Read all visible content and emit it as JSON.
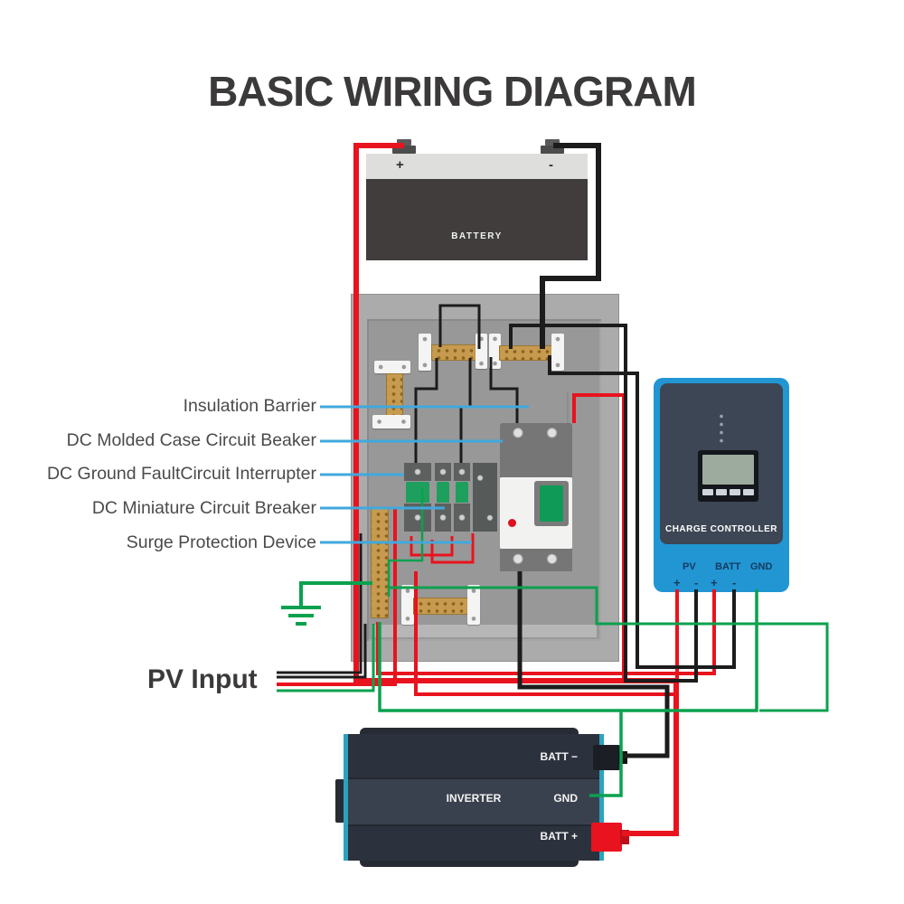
{
  "title": "BASIC WIRING DIAGRAM",
  "battery": {
    "label": "BATTERY",
    "positive": "+",
    "negative": "-"
  },
  "callouts": [
    {
      "text": "Insulation Barrier"
    },
    {
      "text": "DC Molded Case Circuit Beaker"
    },
    {
      "text": "DC Ground FaultCircuit Interrupter"
    },
    {
      "text": "DC Miniature Circuit Breaker"
    },
    {
      "text": "Surge Protection Device"
    }
  ],
  "pv_input": {
    "label": "PV Input"
  },
  "charge_controller": {
    "label": "CHARGE CONTROLLER",
    "terminals": [
      {
        "name": "PV"
      },
      {
        "name": "BATT"
      },
      {
        "name": "GND"
      }
    ],
    "polarity": [
      "+",
      "-",
      "+",
      "-"
    ]
  },
  "inverter": {
    "label": "INVERTER",
    "batt_neg": "BATT −",
    "gnd": "GND",
    "batt_pos": "BATT +"
  },
  "colors": {
    "wire_red": "#e8131e",
    "wire_black": "#1c1c1c",
    "wire_green": "#0aa14e",
    "callout_blue": "#41a8dd",
    "controller_blue": "#2196d3",
    "battery_dark": "#403d3c",
    "panel_gray": "#989898",
    "inverter_dark": "#2c323d",
    "brass": "#c79b4f",
    "title_color": "#3b393a"
  }
}
